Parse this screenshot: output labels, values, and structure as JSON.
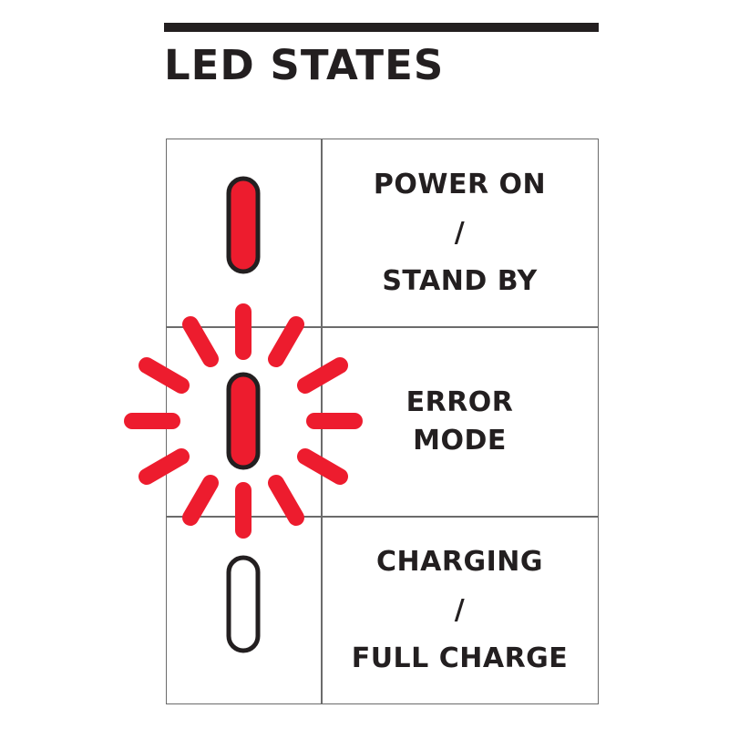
{
  "title": "LED STATES",
  "colors": {
    "led_red": "#ed1c2e",
    "outline": "#231f20",
    "grid": "#6b6b6b"
  },
  "rows": [
    {
      "led_state": "solid-red",
      "lines": [
        "POWER ON",
        "/",
        "STAND BY"
      ]
    },
    {
      "led_state": "flashing-red",
      "lines": [
        "ERROR",
        "MODE"
      ]
    },
    {
      "led_state": "off",
      "lines": [
        "CHARGING",
        "/",
        "FULL CHARGE"
      ]
    }
  ]
}
